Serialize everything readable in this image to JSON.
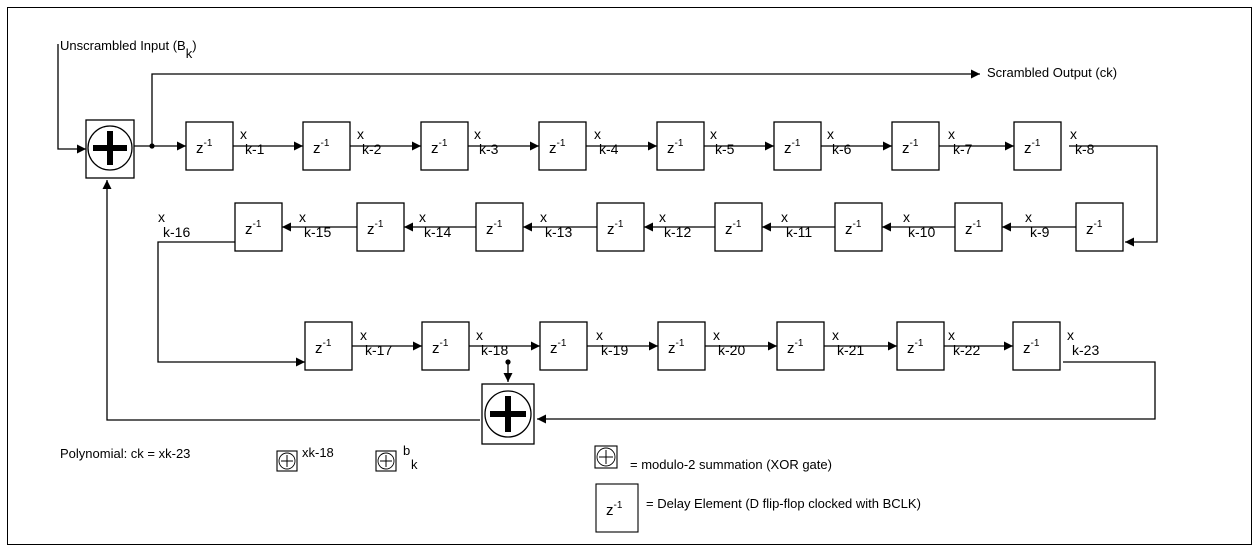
{
  "labels": {
    "input": "Unscrambled Input  (B",
    "input_sub": "k",
    "output": "Scrambled Output (ck)",
    "z": "z",
    "z_exp": "-1",
    "x": "x",
    "taps": [
      "k-1",
      "k-2",
      "k-3",
      "k-4",
      "k-5",
      "k-6",
      "k-7",
      "k-8",
      "k-9",
      "k-10",
      "k-11",
      "k-12",
      "k-13",
      "k-14",
      "k-15",
      "k-16",
      "k-17",
      "k-18",
      "k-19",
      "k-20",
      "k-21",
      "k-22",
      "k-23"
    ]
  },
  "polynomial": {
    "prefix": "Polynomial: ck = xk-23",
    "term1": "xk-18",
    "term2_sup": "b",
    "term2_sub": "k"
  },
  "legend": {
    "xor": "= modulo-2 summation (XOR gate)",
    "delay": "= Delay Element (D flip-flop clocked with BCLK)"
  }
}
